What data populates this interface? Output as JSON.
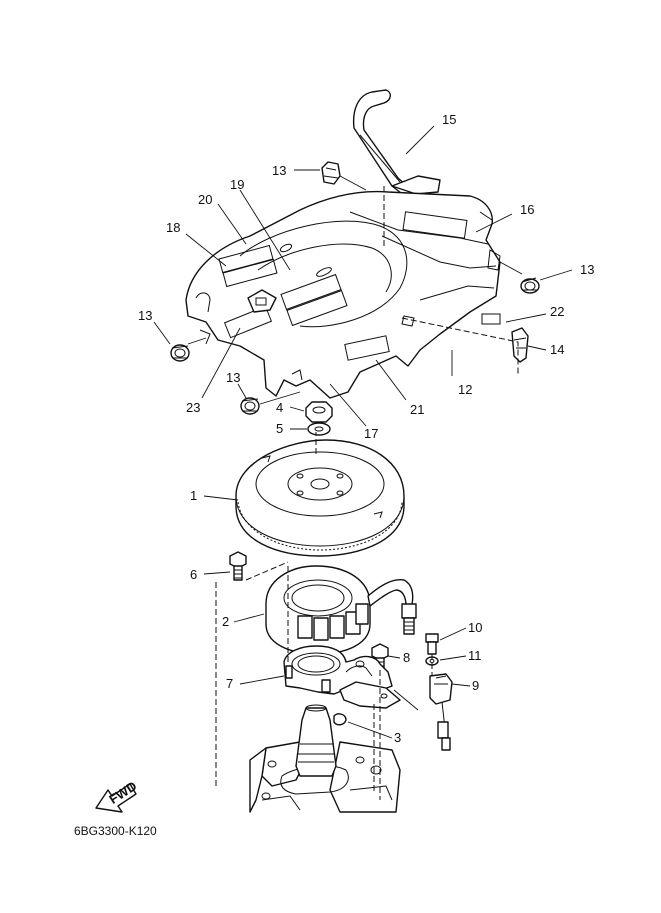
{
  "drawing_code": "6BG3300-K120",
  "fwd_label": "FWD",
  "callouts": [
    {
      "id": "c15",
      "text": "15"
    },
    {
      "id": "c13a",
      "text": "13"
    },
    {
      "id": "c16",
      "text": "16"
    },
    {
      "id": "c13b",
      "text": "13"
    },
    {
      "id": "c19",
      "text": "19"
    },
    {
      "id": "c20",
      "text": "20"
    },
    {
      "id": "c18",
      "text": "18"
    },
    {
      "id": "c13c",
      "text": "13"
    },
    {
      "id": "c22",
      "text": "22"
    },
    {
      "id": "c14",
      "text": "14"
    },
    {
      "id": "c23",
      "text": "23"
    },
    {
      "id": "c12",
      "text": "12"
    },
    {
      "id": "c21",
      "text": "21"
    },
    {
      "id": "c13d",
      "text": "13"
    },
    {
      "id": "c4",
      "text": "4"
    },
    {
      "id": "c5",
      "text": "5"
    },
    {
      "id": "c17",
      "text": "17"
    },
    {
      "id": "c1",
      "text": "1"
    },
    {
      "id": "c6",
      "text": "6"
    },
    {
      "id": "c2",
      "text": "2"
    },
    {
      "id": "c10",
      "text": "10"
    },
    {
      "id": "c8",
      "text": "8"
    },
    {
      "id": "c11",
      "text": "11"
    },
    {
      "id": "c7",
      "text": "7"
    },
    {
      "id": "c9",
      "text": "9"
    },
    {
      "id": "c3",
      "text": "3"
    }
  ]
}
